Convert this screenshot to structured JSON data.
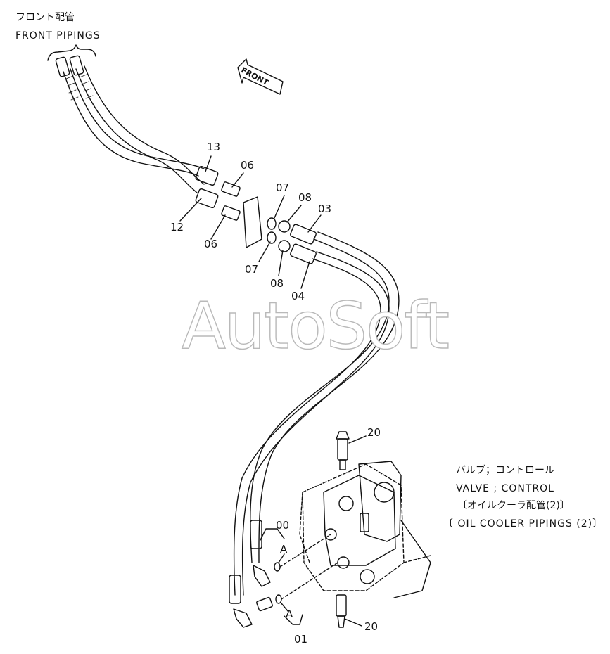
{
  "header": {
    "title_jp": "フロント配管",
    "title_en": "FRONT PIPINGS"
  },
  "direction_tag": "FRONT",
  "watermark": "AutoSoft",
  "part_labels": {
    "p13": "13",
    "p06_top": "06",
    "p07_top": "07",
    "p08_top": "08",
    "p03": "03",
    "p12": "12",
    "p06_bottom": "06",
    "p07_bottom": "07",
    "p08_bottom": "08",
    "p04": "04",
    "p20_top": "20",
    "p00": "00",
    "pA_top": "A",
    "pA_bottom": "A",
    "p01": "01",
    "p20_bottom": "20"
  },
  "caption": {
    "line1": "バルブ；コントロール",
    "line2": "VALVE ; CONTROL",
    "line3": "〔オイルクーラ配管(2)〕",
    "line4": "〔 OIL COOLER PIPINGS (2)〕"
  },
  "colors": {
    "ink": "#111111",
    "watermark_outline": "#b9b9b9",
    "background": "#ffffff"
  }
}
